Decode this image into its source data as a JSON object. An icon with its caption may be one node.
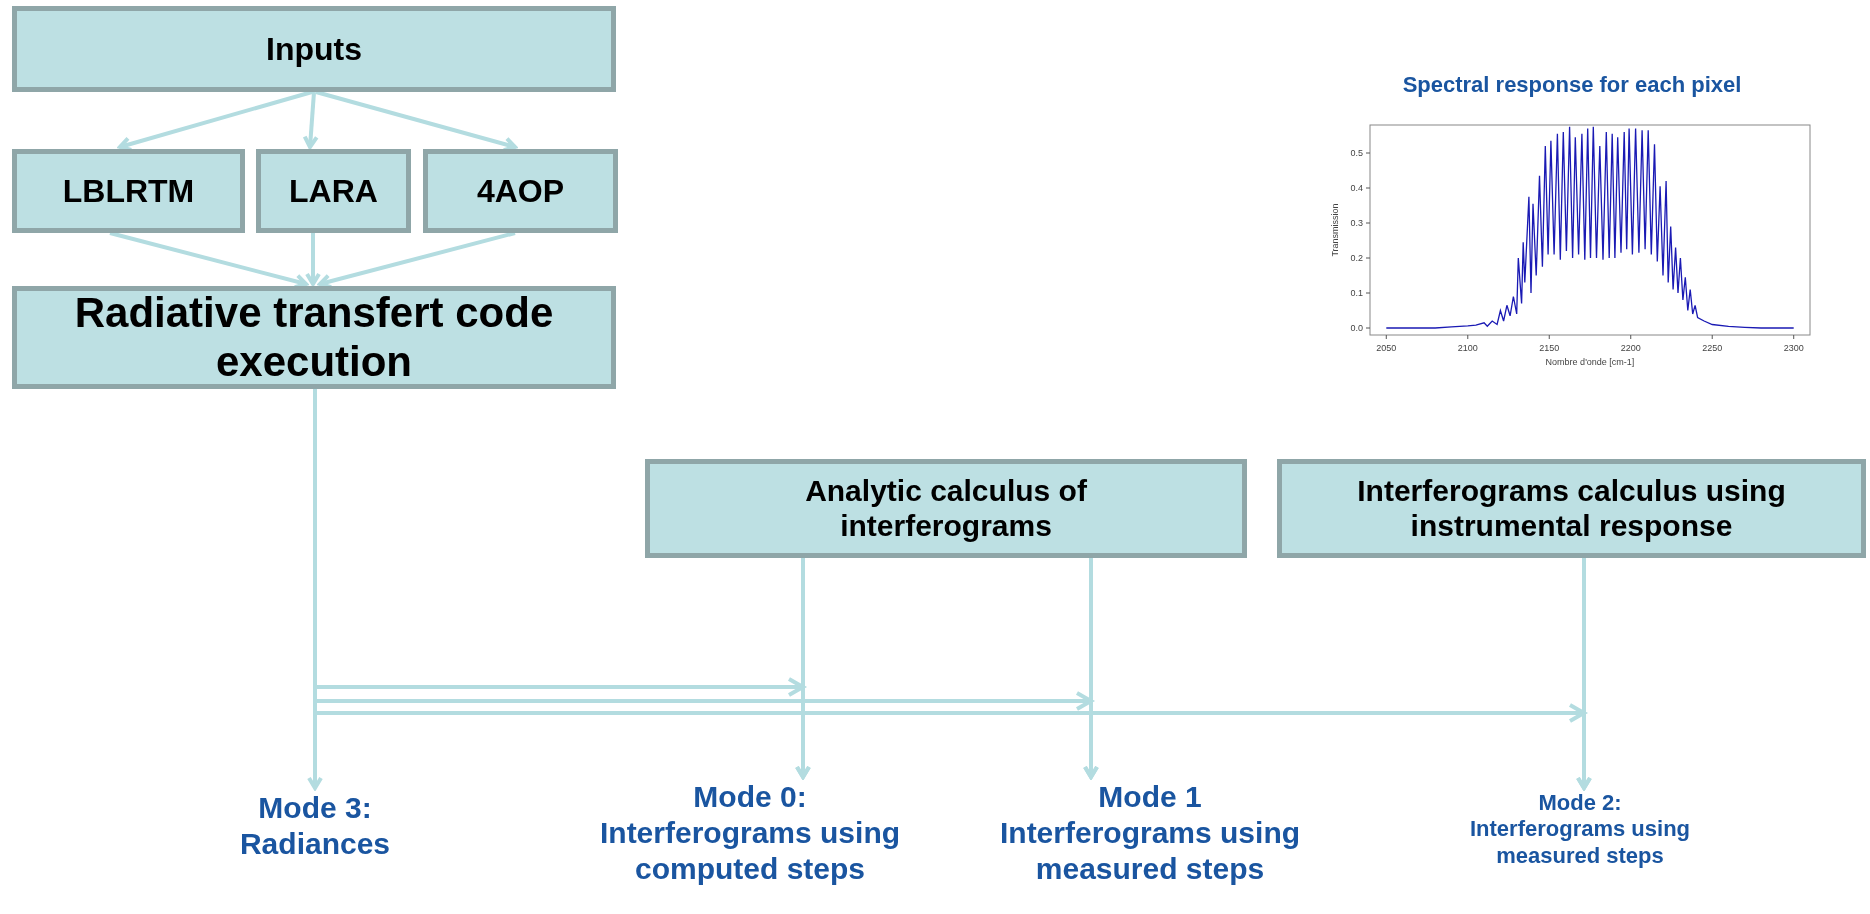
{
  "diagram": {
    "nodes": [
      {
        "text": [
          "Inputs"
        ]
      },
      {
        "text": [
          "LBLRTM"
        ]
      },
      {
        "text": [
          "LARA"
        ]
      },
      {
        "text": [
          "4AOP"
        ]
      },
      {
        "text": [
          "Radiative transfert code execution"
        ]
      },
      {
        "text": [
          "Analytic calculus of interferograms"
        ]
      },
      {
        "text": [
          "Interferograms calculus using instrumental response"
        ]
      },
      {
        "text": [
          "Mode 3:",
          "Radiances"
        ]
      },
      {
        "text": [
          "Mode 0:",
          "Interferograms using computed steps"
        ]
      },
      {
        "text": [
          "Mode 1",
          "Interferograms using measured steps"
        ]
      },
      {
        "text": [
          "Mode 2:",
          "Interferograms using measured steps"
        ]
      }
    ],
    "edges": [
      {
        "from": 0,
        "to": 1,
        "arrow": "to"
      },
      {
        "from": 0,
        "to": 2,
        "arrow": "to"
      },
      {
        "from": 0,
        "to": 3,
        "arrow": "to"
      },
      {
        "from": 1,
        "to": 4,
        "arrow": "to"
      },
      {
        "from": 2,
        "to": 4,
        "arrow": "to"
      },
      {
        "from": 3,
        "to": 4,
        "arrow": "to"
      },
      {
        "from": 4,
        "to": 7,
        "arrow": "to"
      },
      {
        "from": 4,
        "to": 8,
        "arrow": "to"
      },
      {
        "from": 4,
        "to": 9,
        "arrow": "to"
      },
      {
        "from": 4,
        "to": 10,
        "arrow": "to"
      },
      {
        "from": 5,
        "to": 8,
        "arrow": "to"
      },
      {
        "from": 5,
        "to": 9,
        "arrow": "to"
      },
      {
        "from": 6,
        "to": 10,
        "arrow": "to"
      }
    ],
    "chart_data": {
      "type": "line",
      "title": "Spectral response for each pixel",
      "xlabel": "Nombre d'onde [cm-1]",
      "ylabel": "Transmission",
      "x": [
        2050,
        2060,
        2070,
        2080,
        2090,
        2100,
        2105,
        2110,
        2112,
        2115,
        2118,
        2120,
        2122,
        2124,
        2126,
        2128,
        2130,
        2131,
        2133,
        2134,
        2135,
        2137.5,
        2138.8,
        2140,
        2142,
        2144,
        2145.8,
        2147.6,
        2149.3,
        2151,
        2153,
        2155,
        2156.8,
        2158.6,
        2160.5,
        2162.5,
        2164.3,
        2166,
        2168,
        2170,
        2171.8,
        2173.6,
        2175.3,
        2177,
        2179,
        2181,
        2183,
        2185,
        2186.8,
        2188.6,
        2190.3,
        2192,
        2194,
        2196,
        2197.5,
        2199,
        2201,
        2203,
        2205,
        2207,
        2208.8,
        2210.7,
        2212.6,
        2214.6,
        2216.3,
        2218,
        2219.8,
        2221.7,
        2223,
        2224.5,
        2226,
        2227.5,
        2229,
        2230.5,
        2232,
        2233.5,
        2235,
        2236.5,
        2238,
        2239.5,
        2241,
        2245,
        2250,
        2260,
        2270,
        2280,
        2290,
        2300
      ],
      "series": [
        {
          "color": "#1a1ab4",
          "values": [
            0,
            0,
            0,
            0,
            0.003,
            0.006,
            0.008,
            0.015,
            0.005,
            0.02,
            0.01,
            0.05,
            0.02,
            0.065,
            0.035,
            0.09,
            0.04,
            0.2,
            0.07,
            0.245,
            0.13,
            0.375,
            0.1,
            0.355,
            0.15,
            0.435,
            0.175,
            0.52,
            0.21,
            0.535,
            0.21,
            0.555,
            0.195,
            0.56,
            0.22,
            0.575,
            0.2,
            0.545,
            0.21,
            0.555,
            0.195,
            0.57,
            0.2,
            0.575,
            0.2,
            0.52,
            0.195,
            0.56,
            0.2,
            0.555,
            0.2,
            0.545,
            0.215,
            0.56,
            0.225,
            0.57,
            0.21,
            0.57,
            0.215,
            0.565,
            0.225,
            0.565,
            0.21,
            0.525,
            0.19,
            0.405,
            0.15,
            0.42,
            0.13,
            0.29,
            0.11,
            0.23,
            0.1,
            0.2,
            0.08,
            0.145,
            0.05,
            0.11,
            0.04,
            0.065,
            0.03,
            0.02,
            0.01,
            0.005,
            0.002,
            0,
            0,
            0
          ]
        }
      ],
      "xlim": [
        2040,
        2310
      ],
      "ylim": [
        -0.02,
        0.58
      ],
      "xticks": [
        2050,
        2100,
        2150,
        2200,
        2250,
        2300
      ],
      "yticks": [
        {
          "value": 0,
          "label": "0.0"
        },
        0.1,
        0.2,
        0.3,
        0.4,
        0.5
      ]
    }
  }
}
